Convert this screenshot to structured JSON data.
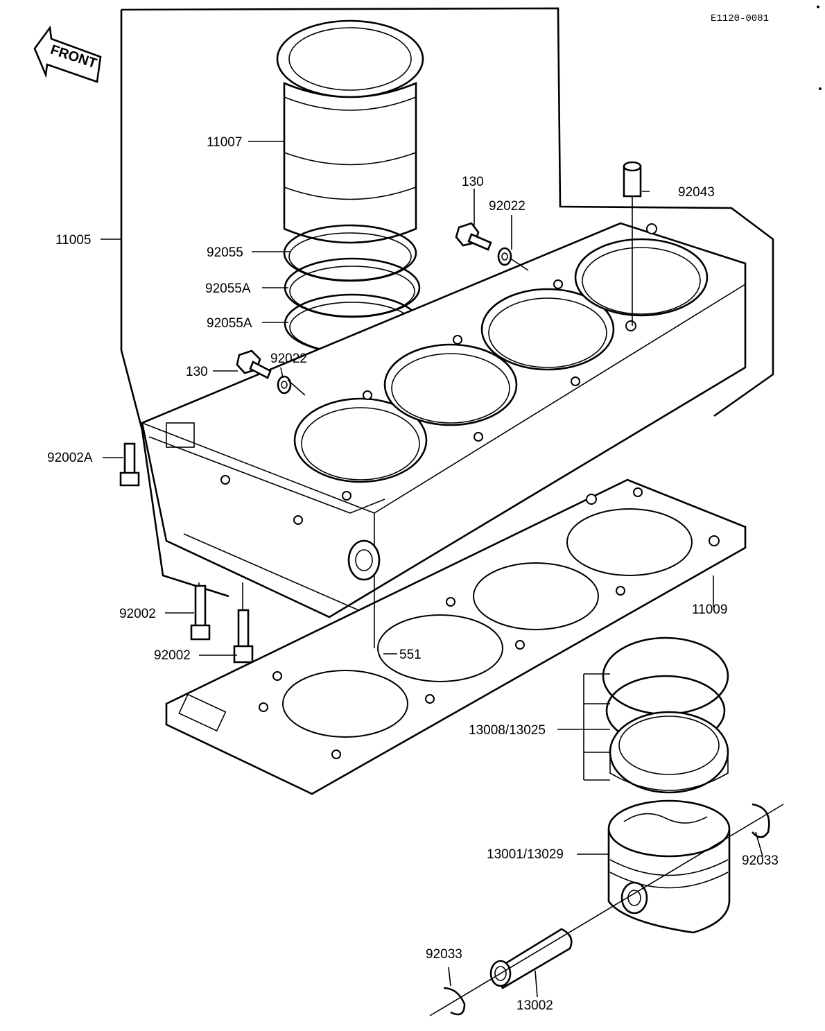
{
  "diagram": {
    "code": "E1120-0081",
    "front_label": "FRONT",
    "labels": {
      "cylinder_liner": "11007",
      "cylinder_block": "11005",
      "oring_92055": "92055",
      "oring_92055a_1": "92055A",
      "oring_92055a_2": "92055A",
      "bolt_130_top": "130",
      "washer_92022_top": "92022",
      "dowel_92043": "92043",
      "bolt_130_left": "130",
      "washer_92022_left": "92022",
      "bolt_92002a": "92002A",
      "bolt_92002_1": "92002",
      "bolt_92002_2": "92002",
      "dowel_551": "551",
      "gasket_11009": "11009",
      "ring_set": "13008/13025",
      "piston": "13001/13029",
      "circlip_right": "92033",
      "circlip_left": "92033",
      "piston_pin": "13002"
    }
  }
}
